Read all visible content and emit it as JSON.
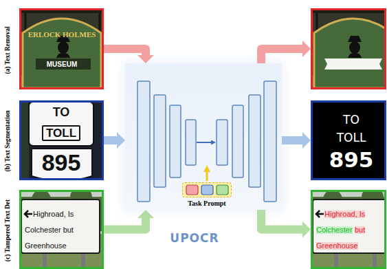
{
  "diagram": {
    "nodes": [
      {
        "text": [
          "ERLOCK HOLMES",
          "MUSEUM"
        ]
      },
      {
        "text": [
          "TO",
          "TOLL",
          "895"
        ]
      },
      {
        "text": [
          "Highroad, Is",
          "Colchester but",
          "Greenhouse"
        ]
      },
      {
        "text": [
          "UPOCR"
        ]
      },
      {
        "text": [
          "Task Prompt"
        ],
        "in": 3
      },
      {
        "text": []
      },
      {
        "text": [
          "TO",
          "TOLL",
          "895"
        ]
      },
      {
        "text": [
          "Highroad, Is",
          "Colchester",
          "but",
          "Greenhouse"
        ]
      }
    ],
    "edges": [
      {
        "from": 0,
        "to": 3,
        "arrow": "to"
      },
      {
        "from": 1,
        "to": 3,
        "arrow": "to"
      },
      {
        "from": 2,
        "to": 3,
        "arrow": "to"
      },
      {
        "from": 3,
        "to": 5,
        "arrow": "to"
      },
      {
        "from": 3,
        "to": 6,
        "arrow": "to"
      },
      {
        "from": 3,
        "to": 7,
        "arrow": "to"
      }
    ],
    "labels": [
      "(a) Text Removal",
      "(b) Text Segmentation",
      "(c) Tampered Text Det"
    ]
  }
}
